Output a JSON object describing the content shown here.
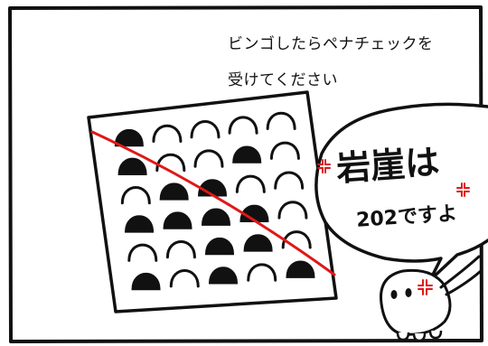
{
  "caption": {
    "line_1": "ビンゴしたらペナチェックを",
    "line_2": "受けてください"
  },
  "speech_bubble": {
    "line_1": "岩崖は",
    "line_2": "202ですよ"
  },
  "bingo_card": {
    "rows": [
      [
        "filled",
        "open",
        "open",
        "open",
        "open"
      ],
      [
        "filled",
        "open",
        "open",
        "filled",
        "open"
      ],
      [
        "open",
        "filled",
        "filled",
        "open",
        "open"
      ],
      [
        "filled",
        "filled",
        "filled",
        "filled",
        "open"
      ],
      [
        "open",
        "open",
        "filled",
        "filled",
        "open"
      ],
      [
        "filled",
        "open",
        "filled",
        "open",
        "filled"
      ]
    ]
  },
  "colors": {
    "ink": "#111111",
    "strike_line": "#e01818",
    "anger_mark": "#e01818",
    "paper": "#ffffff"
  }
}
